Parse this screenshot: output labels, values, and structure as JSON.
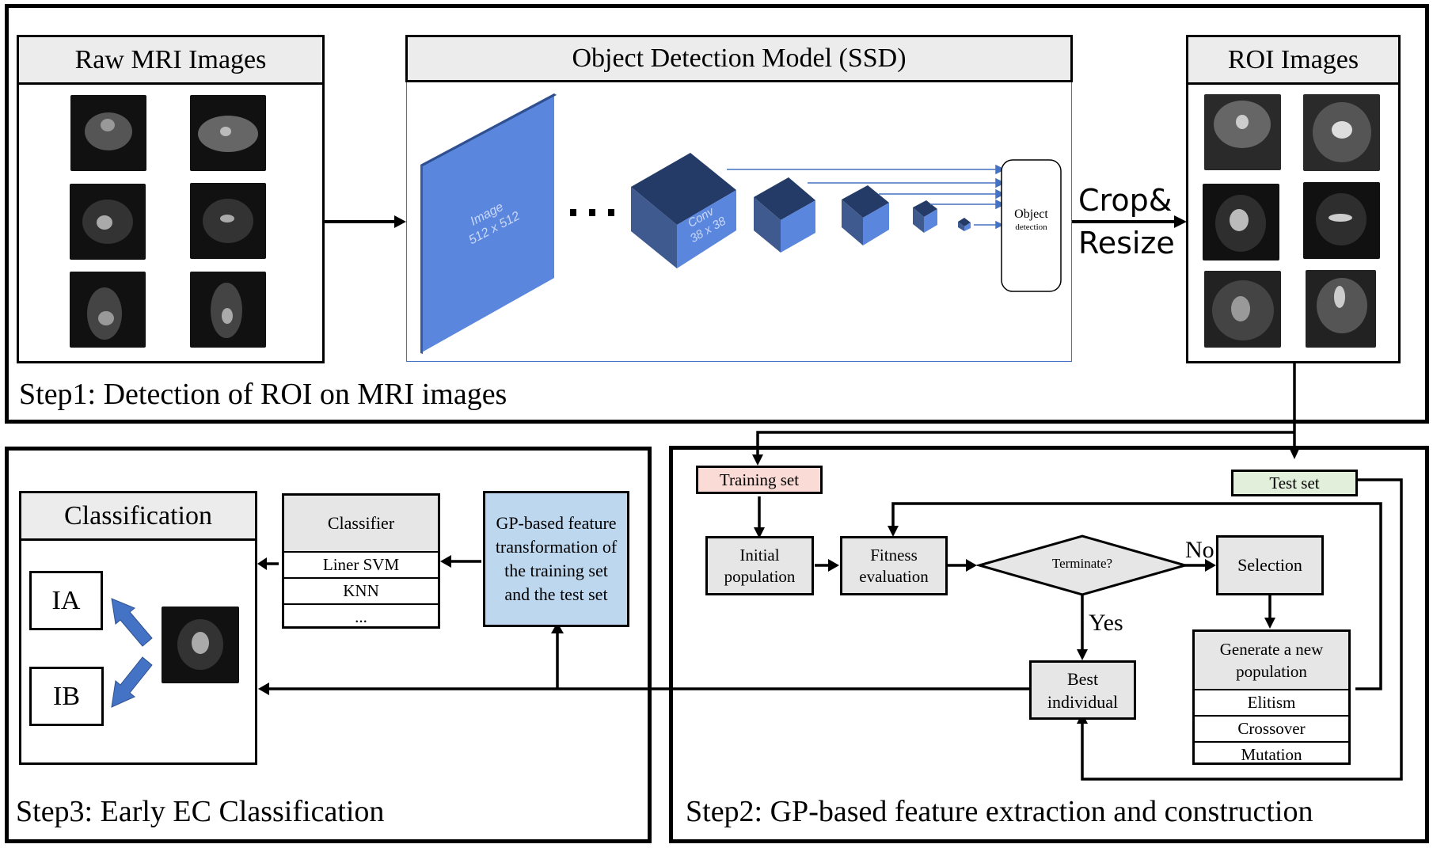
{
  "step1": {
    "label": "Step1: Detection of ROI on MRI images",
    "raw_panel_title": "Raw MRI Images",
    "ssd_panel_title": "Object Detection Model (SSD)",
    "roi_panel_title": "ROI Images",
    "image_layer_label": "Image",
    "image_layer_size": "512 x 512",
    "ellipsis": "...",
    "conv_label": "Conv",
    "conv_size": "38 x 38",
    "detector_title": "Object",
    "detector_sub": "detection",
    "crop_label_1": "Crop&",
    "crop_label_2": "Resize"
  },
  "step2": {
    "label": "Step2: GP-based feature extraction and construction",
    "training_set": "Training set",
    "test_set": "Test set",
    "initial_population_1": "Initial",
    "initial_population_2": "population",
    "fitness_1": "Fitness",
    "fitness_2": "evaluation",
    "terminate": "Terminate?",
    "no": "No",
    "yes": "Yes",
    "selection": "Selection",
    "generate_1": "Generate a new",
    "generate_2": "population",
    "operators": [
      "Elitism",
      "Crossover",
      "Mutation"
    ],
    "best_1": "Best",
    "best_2": "individual"
  },
  "step3": {
    "label": "Step3: Early EC Classification",
    "classification_title": "Classification",
    "class_a": "IA",
    "class_b": "IB",
    "classifier_title": "Classifier",
    "classifiers": [
      "Liner SVM",
      "KNN",
      "..."
    ],
    "gp_transform": "GP-based feature transformation of the training set and the test set"
  },
  "colors": {
    "layer_blue": "#5b86dd",
    "layer_dark": "#243b68",
    "training_fill": "#fadbd5",
    "test_fill": "#e2efda",
    "gp_fill": "#bdd7ee",
    "header_gray": "#ececec"
  }
}
